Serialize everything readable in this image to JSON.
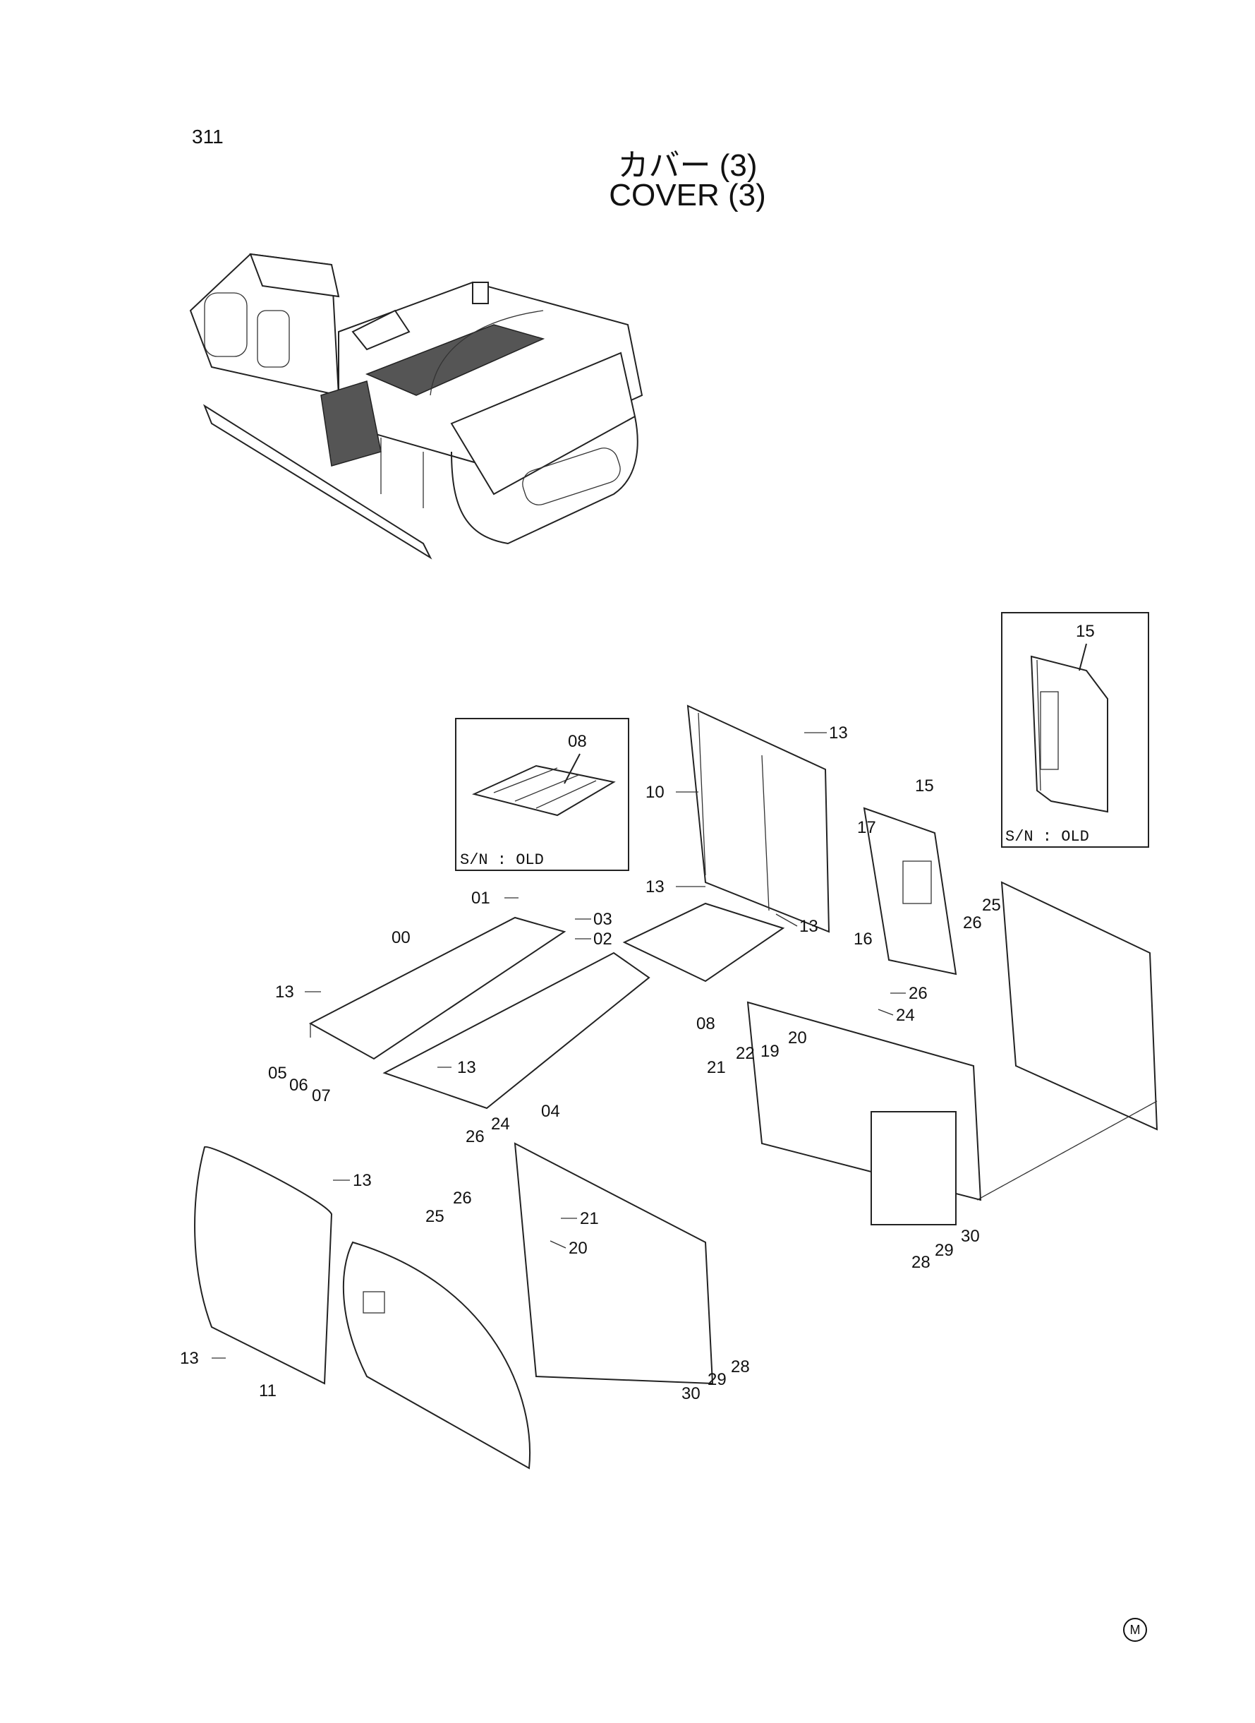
{
  "page_number": "311",
  "title_jp": "カバー (3)",
  "title_en": "COVER (3)",
  "mark": "M",
  "insets": [
    {
      "part": "08",
      "note": "S/N : OLD"
    },
    {
      "part": "15",
      "note": "S/N : OLD"
    }
  ],
  "callouts": {
    "p00": "00",
    "p01": "01",
    "p02": "02",
    "p03": "03",
    "p04": "04",
    "p05": "05",
    "p06": "06",
    "p07": "07",
    "p08": "08",
    "p10": "10",
    "p11": "11",
    "p13": "13",
    "p15": "15",
    "p16": "16",
    "p17": "17",
    "p19": "19",
    "p20": "20",
    "p21": "21",
    "p22": "22",
    "p24": "24",
    "p25": "25",
    "p26": "26",
    "p28": "28",
    "p29": "29",
    "p30": "30"
  }
}
